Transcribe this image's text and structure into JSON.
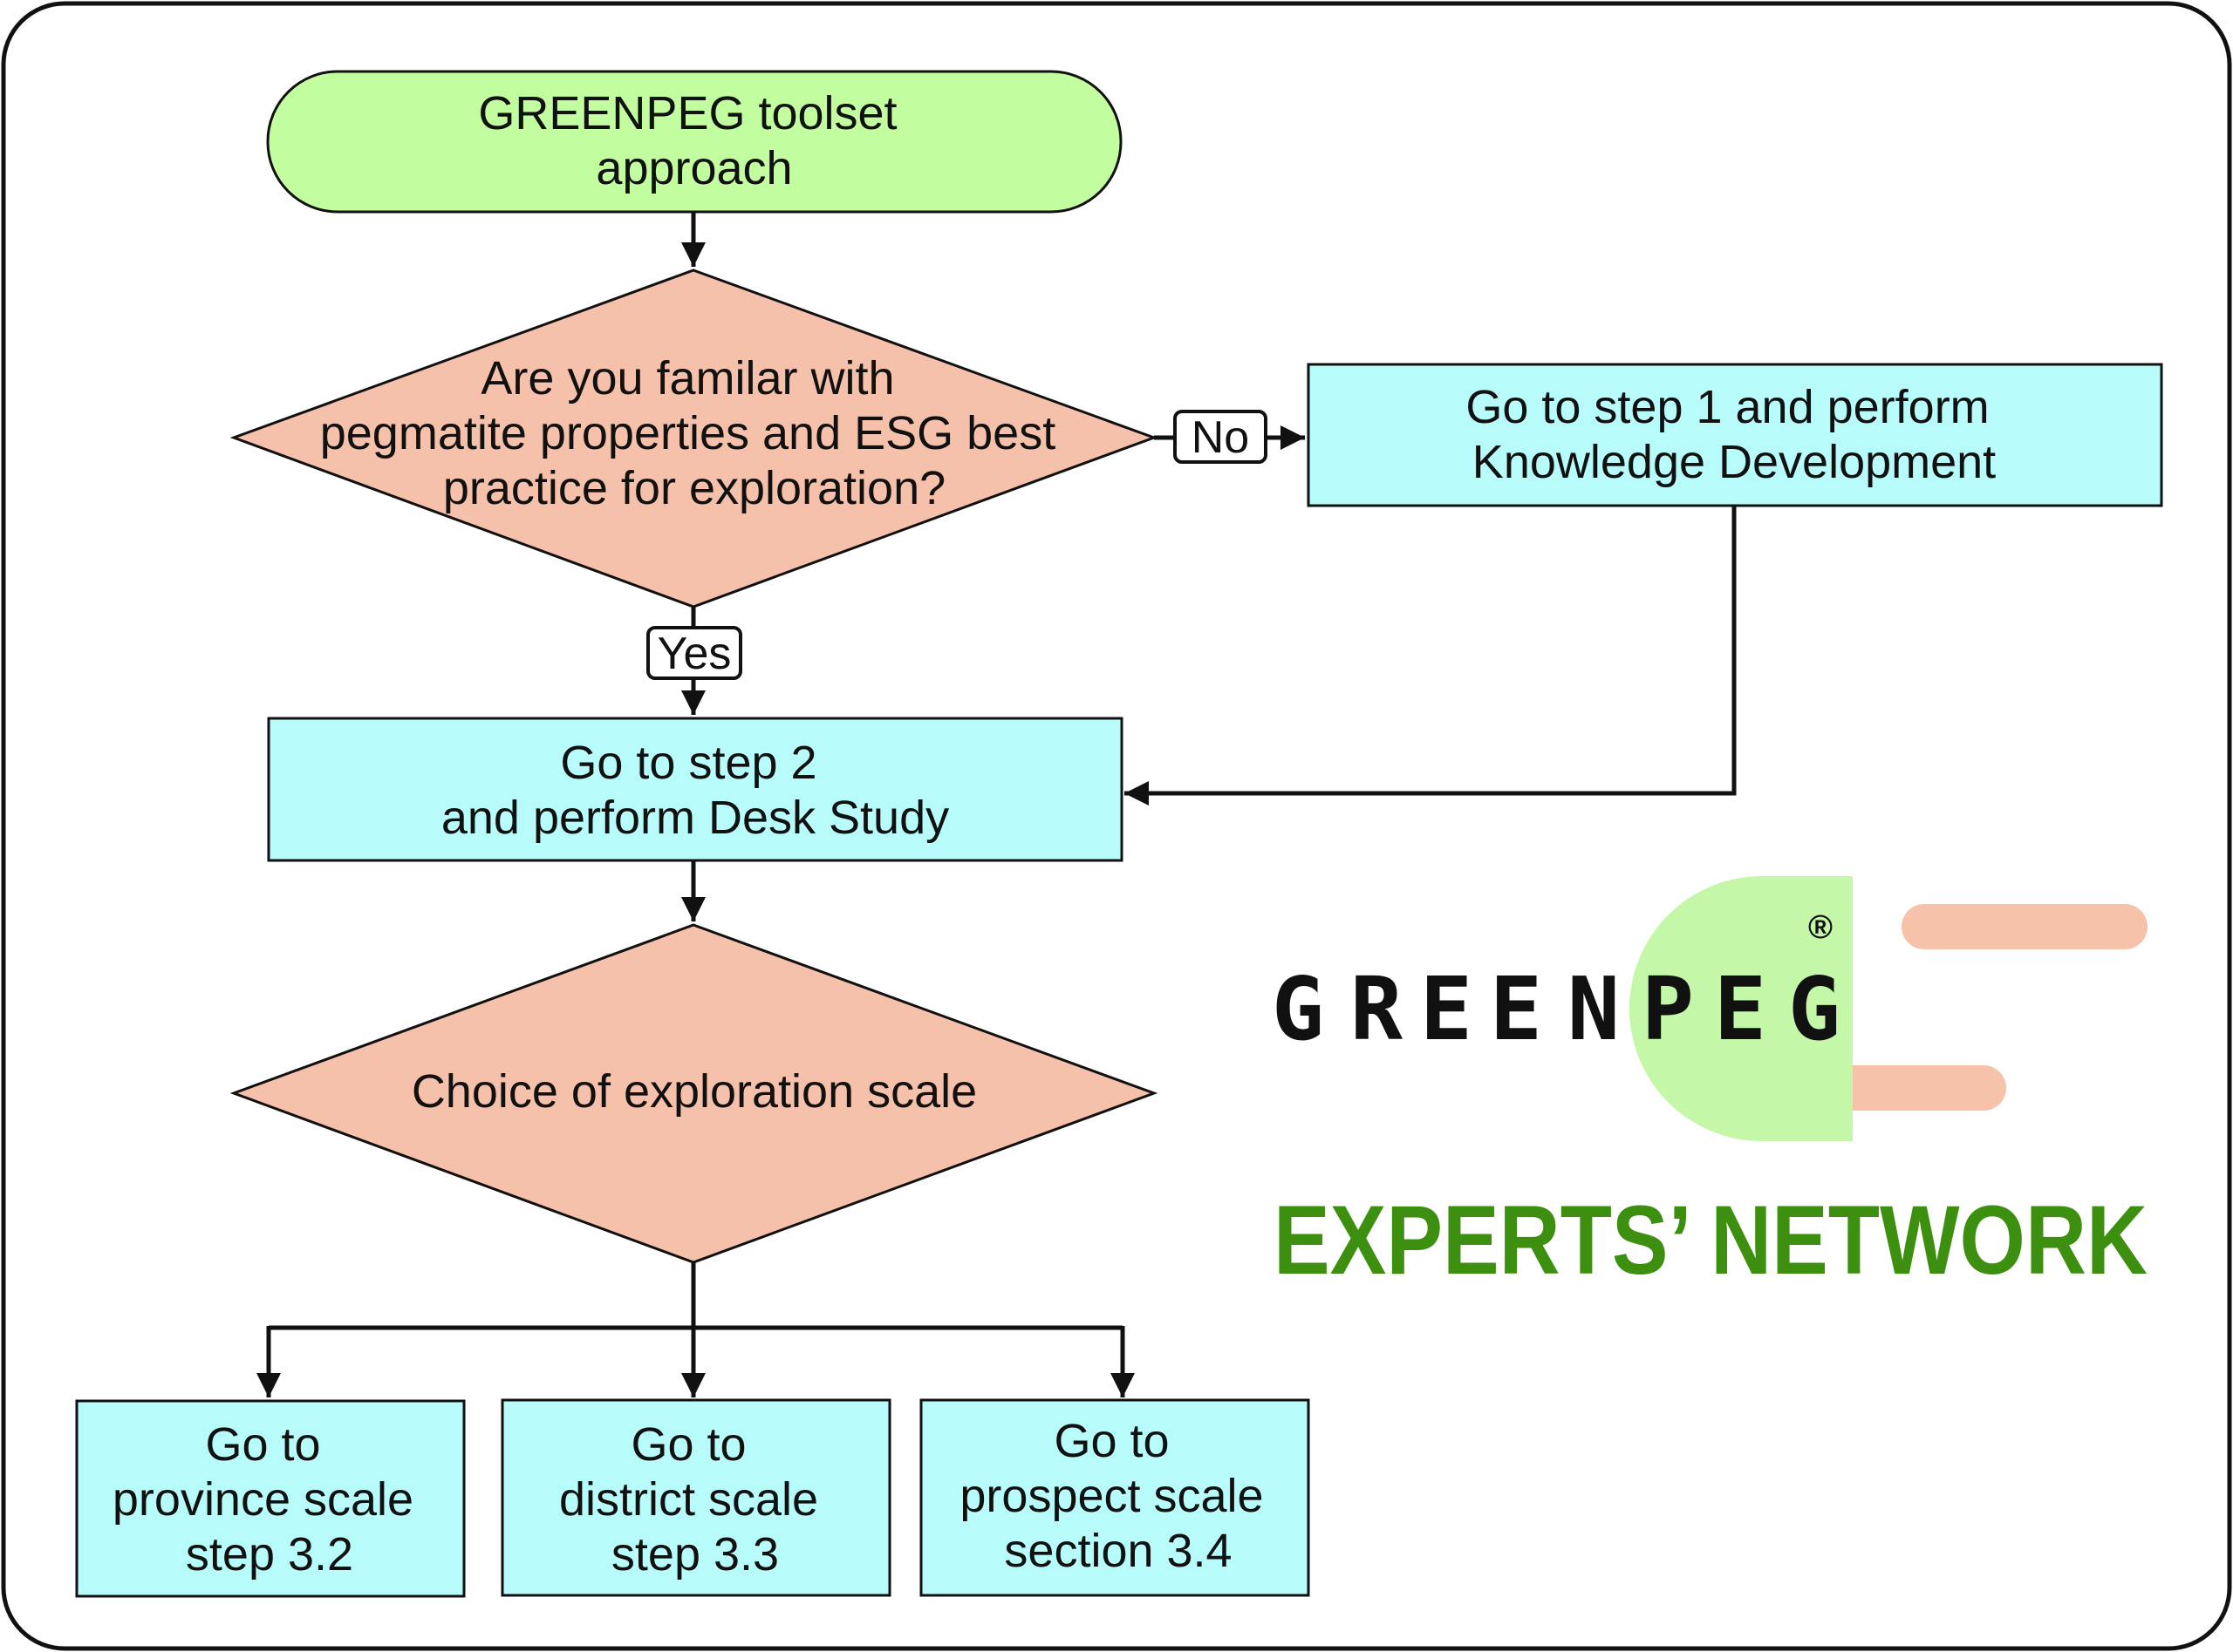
{
  "colors": {
    "terminal_fill": "#c2fd9f",
    "decision_fill": "#f6c1aa",
    "process_fill": "#b7fbfb",
    "line": "#111111",
    "logo_green": "#3d8f0f",
    "logo_plug_fill": "#c4f7a7",
    "logo_prong_fill": "#f6c2aa"
  },
  "nodes": {
    "start": {
      "lines": [
        "GREENPEG toolset",
        "approach"
      ]
    },
    "decision_familiar": {
      "lines": [
        "Are you familar with",
        "pegmatite properties and ESG best",
        "practice for exploration?"
      ]
    },
    "step1": {
      "lines": [
        "Go to step 1 and perform",
        "Knowledge Development"
      ]
    },
    "step2": {
      "lines": [
        "Go to step 2",
        "and perform Desk Study"
      ]
    },
    "decision_scale": {
      "lines": [
        "Choice of exploration scale"
      ]
    },
    "province": {
      "lines": [
        "Go to",
        "province scale",
        "step 3.2"
      ]
    },
    "district": {
      "lines": [
        "Go to",
        "district scale",
        "step 3.3"
      ]
    },
    "prospect": {
      "lines": [
        "Go to",
        "prospect scale",
        "section 3.4"
      ]
    }
  },
  "edge_labels": {
    "no": "No",
    "yes": "Yes"
  },
  "logo": {
    "letters": [
      "G",
      "R",
      "E",
      "E",
      "N",
      "P",
      "E",
      "G"
    ],
    "registered_mark": "®",
    "tagline": "EXPERTS’ NETWORK"
  }
}
